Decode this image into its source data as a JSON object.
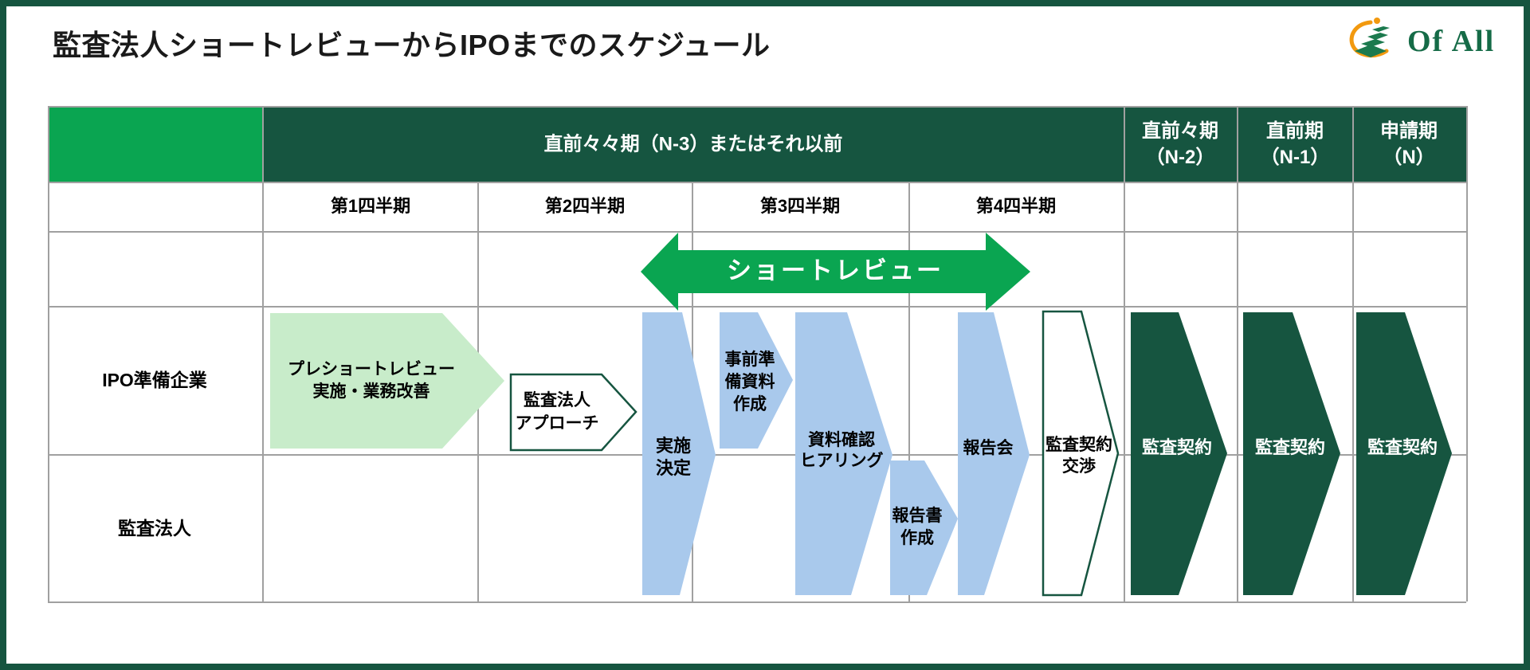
{
  "title": "監査法人ショートレビューからIPOまでのスケジュール",
  "logo": {
    "name": "Of All",
    "icon": "stairs-swoosh-icon"
  },
  "colors": {
    "dark_green": "#165540",
    "bright_green": "#0aa551",
    "light_green": "#c8ecca",
    "light_blue": "#a9c9ec",
    "border_gray": "#a0a0a0",
    "logo_orange": "#f2990f",
    "logo_text_green": "#156b47"
  },
  "table": {
    "header": {
      "n3": "直前々々期（N-3）またはそれ以前",
      "n2": [
        "直前々期",
        "（N-2）"
      ],
      "n1": [
        "直前期",
        "（N-1）"
      ],
      "n": [
        "申請期",
        "（N）"
      ]
    },
    "quarters": [
      "第1四半期",
      "第2四半期",
      "第3四半期",
      "第4四半期"
    ],
    "row_labels": {
      "company": "IPO準備企業",
      "auditor": "監査法人"
    }
  },
  "arrow": {
    "label": "ショートレビュー"
  },
  "shapes": {
    "pre_review": [
      "プレショートレビュー",
      "実施・業務改善"
    ],
    "approach": [
      "監査法人",
      "アプローチ"
    ],
    "decision": [
      "実施",
      "決定"
    ],
    "prep": [
      "事前準",
      "備資料",
      "作成"
    ],
    "review": [
      "資料確認",
      "ヒアリング"
    ],
    "report_doc": [
      "報告書",
      "作成"
    ],
    "report_meeting": "報告会",
    "negotiation": [
      "監査契約",
      "交渉"
    ],
    "contract": "監査契約"
  }
}
